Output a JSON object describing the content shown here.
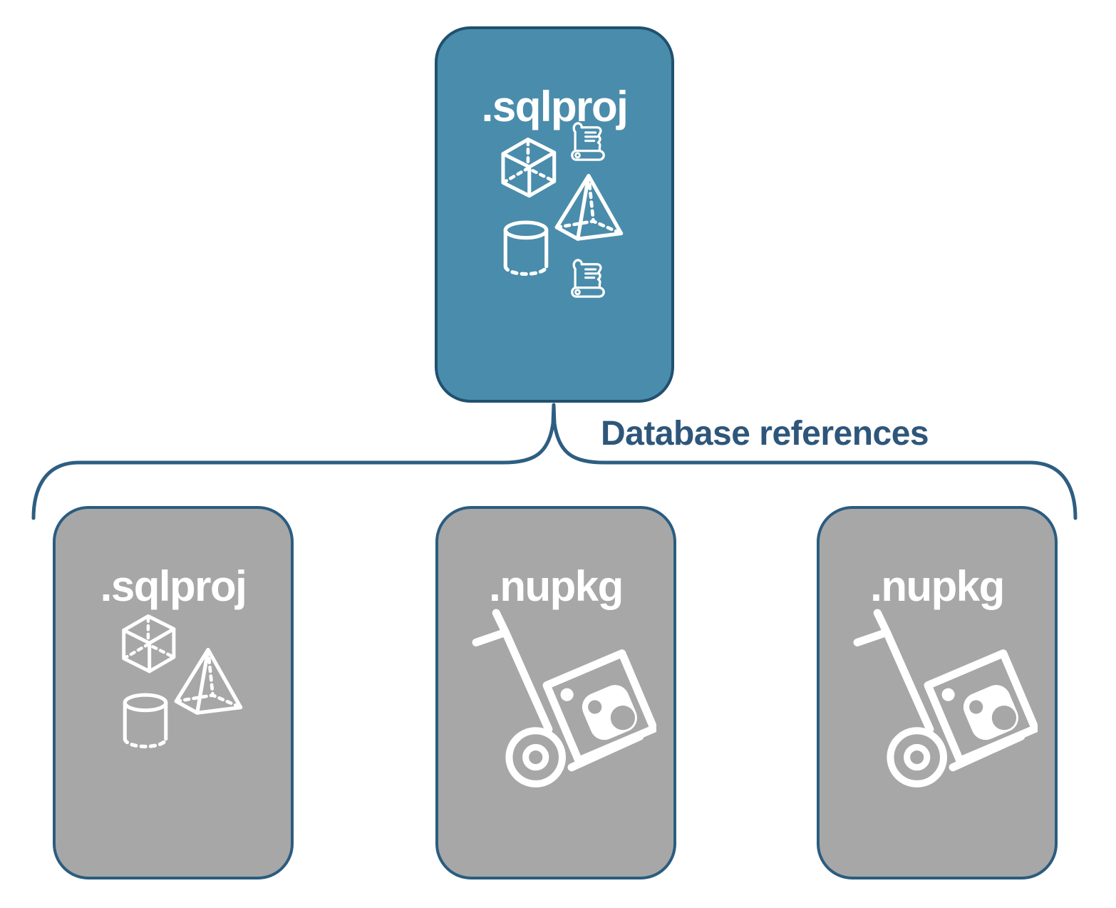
{
  "diagram": {
    "connector_label": "Database references",
    "colors": {
      "card_blue_fill": "#4A8CAB",
      "card_blue_border": "#21506F",
      "card_gray_fill": "#A7A7A7",
      "card_gray_border": "#2B5C80",
      "brace_stroke": "#2D5E82",
      "label_text": "#2E567A",
      "title_text": "#FFFFFF",
      "icon_stroke": "#FFFFFF"
    },
    "top_card": {
      "label": ".sqlproj",
      "icons": [
        "scroll-icon",
        "cube-icon",
        "pyramid-icon",
        "cylinder-icon",
        "scroll-icon"
      ]
    },
    "bottom_cards": [
      {
        "label": ".sqlproj",
        "icons": [
          "cube-icon",
          "pyramid-icon",
          "cylinder-icon"
        ]
      },
      {
        "label": ".nupkg",
        "icons": [
          "nuget-handtruck-icon"
        ]
      },
      {
        "label": ".nupkg",
        "icons": [
          "nuget-handtruck-icon"
        ]
      }
    ]
  }
}
